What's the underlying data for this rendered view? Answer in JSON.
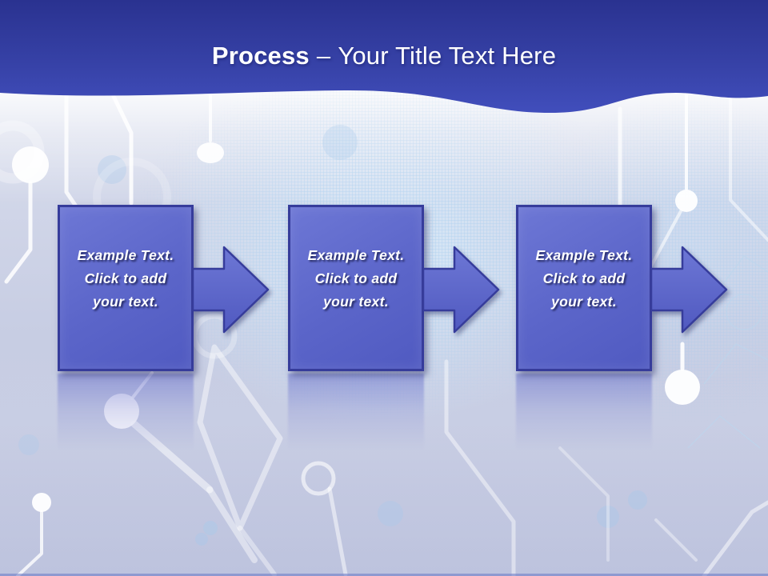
{
  "title": {
    "emphasis": "Process",
    "separator": "–",
    "rest": "Your Title Text Here"
  },
  "process": {
    "steps": [
      {
        "label": "Example Text. Click to add your text.",
        "lines": [
          "Example Text.",
          "Click  to add",
          "your text."
        ]
      },
      {
        "label": "Example Text. Click to add your text.",
        "lines": [
          "Example Text.",
          "Click  to add",
          "your text."
        ]
      },
      {
        "label": "Example Text. Click to add your text.",
        "lines": [
          "Example Text.",
          "Click  to add",
          "your text."
        ]
      }
    ]
  },
  "icons": {
    "arrow": "right-block-arrow"
  },
  "colors": {
    "header_gradient_top": "#2a3290",
    "header_gradient_bottom": "#414ebc",
    "shape_fill": "#5b65c9",
    "shape_fill_light": "#6d77d5",
    "shape_border": "#363c9b",
    "background": "#c9cee4",
    "center_glow": "#d8eaf9",
    "text": "#ffffff"
  }
}
